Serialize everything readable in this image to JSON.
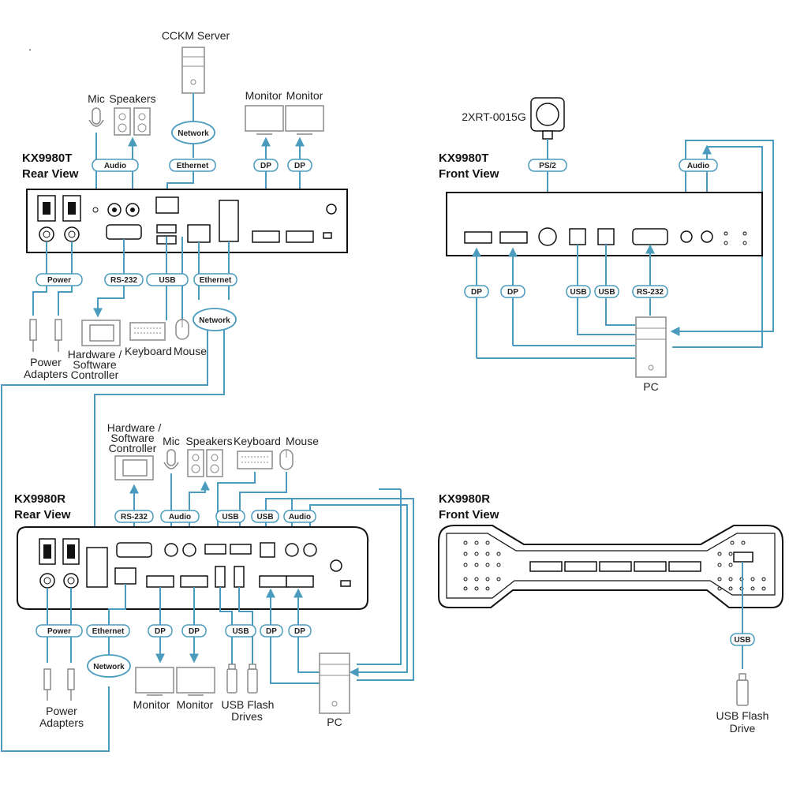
{
  "colors": {
    "cable": "#4a9bbd",
    "device_outline": "#111111",
    "icon_gray": "#8a8a8a"
  },
  "dot": ".",
  "kx9980t_rear": {
    "title_line1": "KX9980T",
    "title_line2": "Rear View",
    "cckm": "CCKM Server",
    "network": "Network",
    "mic": "Mic",
    "speakers": "Speakers",
    "monitor1": "Monitor",
    "monitor2": "Monitor",
    "pills": {
      "audio": "Audio",
      "ethernet": "Ethernet",
      "dp1": "DP",
      "dp2": "DP",
      "power": "Power",
      "rs232": "RS-232",
      "usb": "USB",
      "ethernet2": "Ethernet"
    },
    "power_adapters_1": "Power",
    "power_adapters_2": "Adapters",
    "controller_1": "Hardware /",
    "controller_2": "Software",
    "controller_3": "Controller",
    "keyboard": "Keyboard",
    "mouse": "Mouse",
    "network2": "Network"
  },
  "kx9980t_front": {
    "title_line1": "KX9980T",
    "title_line2": "Front View",
    "camera": "2XRT-0015G",
    "pills": {
      "ps2": "PS/2",
      "audio": "Audio",
      "dp1": "DP",
      "dp2": "DP",
      "usb1": "USB",
      "usb2": "USB",
      "rs232": "RS-232"
    },
    "pc": "PC"
  },
  "kx9980r_rear": {
    "title_line1": "KX9980R",
    "title_line2": "Rear View",
    "controller_1": "Hardware /",
    "controller_2": "Software",
    "controller_3": "Controller",
    "mic": "Mic",
    "speakers": "Speakers",
    "keyboard": "Keyboard",
    "mouse": "Mouse",
    "pills": {
      "rs232": "RS-232",
      "audio1": "Audio",
      "usb1": "USB",
      "usb2": "USB",
      "audio2": "Audio",
      "power": "Power",
      "ethernet": "Ethernet",
      "dp1": "DP",
      "dp2": "DP",
      "usb3": "USB",
      "dp3": "DP",
      "dp4": "DP"
    },
    "network": "Network",
    "power_adapters_1": "Power",
    "power_adapters_2": "Adapters",
    "monitor1": "Monitor",
    "monitor2": "Monitor",
    "flash_1": "USB Flash",
    "flash_2": "Drives",
    "pc": "PC"
  },
  "kx9980r_front": {
    "title_line1": "KX9980R",
    "title_line2": "Front View",
    "pills": {
      "usb": "USB"
    },
    "flash_1": "USB Flash",
    "flash_2": "Drive"
  }
}
